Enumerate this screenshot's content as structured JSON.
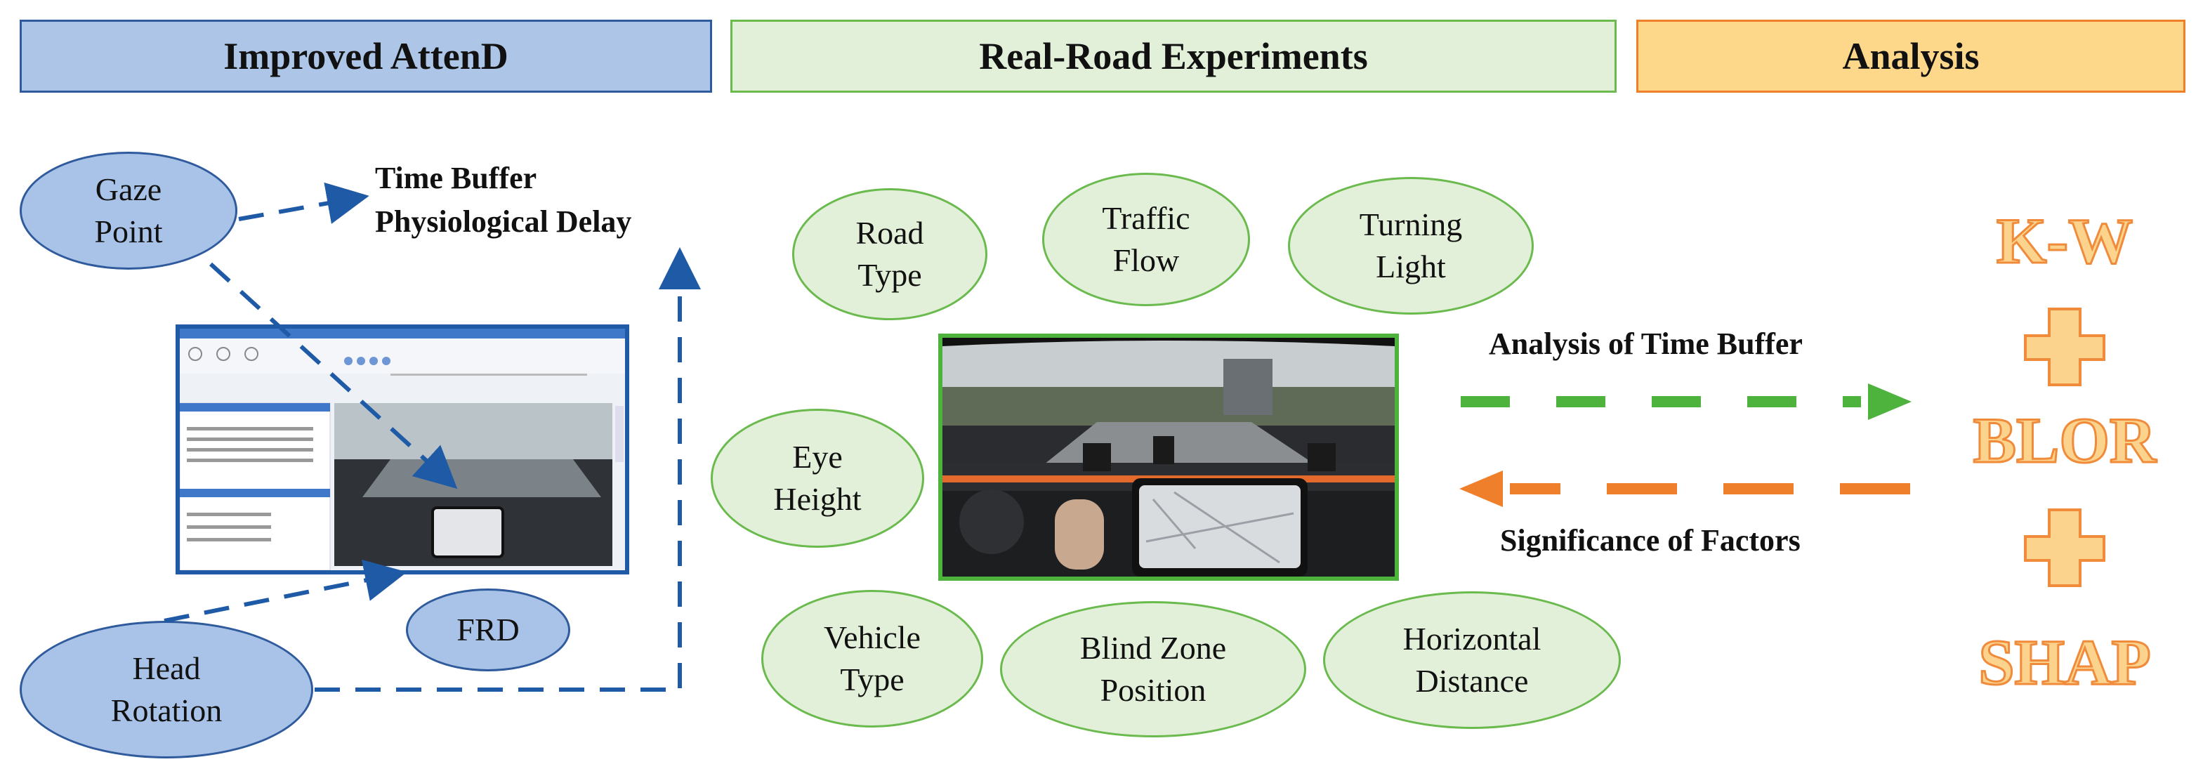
{
  "headers": {
    "left": "Improved AttenD",
    "middle": "Real-Road Experiments",
    "right": "Analysis"
  },
  "attend": {
    "gaze_point": "Gaze\nPoint",
    "head_rotation": "Head\nRotation",
    "frd": "FRD",
    "time_buffer": "Time Buffer",
    "physiological_delay": "Physiological Delay"
  },
  "factors": {
    "road_type": "Road\nType",
    "traffic_flow": "Traffic\nFlow",
    "turning_light": "Turning\nLight",
    "eye_height": "Eye\nHeight",
    "vehicle_type": "Vehicle\nType",
    "blind_zone_position": "Blind Zone\nPosition",
    "horizontal_distance": "Horizontal\nDistance"
  },
  "arrows": {
    "analysis_time_buffer": "Analysis of Time Buffer",
    "significance_factors": "Significance of Factors"
  },
  "methods": {
    "kw": "K-W",
    "blor": "BLOR",
    "shap": "SHAP",
    "plus": "+"
  },
  "colors": {
    "blue_header_fill": "#adc6e8",
    "blue_accent": "#1f5aa6",
    "green_header_fill": "#e2f0d9",
    "green_accent": "#4eb33c",
    "orange_header_fill": "#fdd78a",
    "orange_accent": "#f07f2c"
  }
}
